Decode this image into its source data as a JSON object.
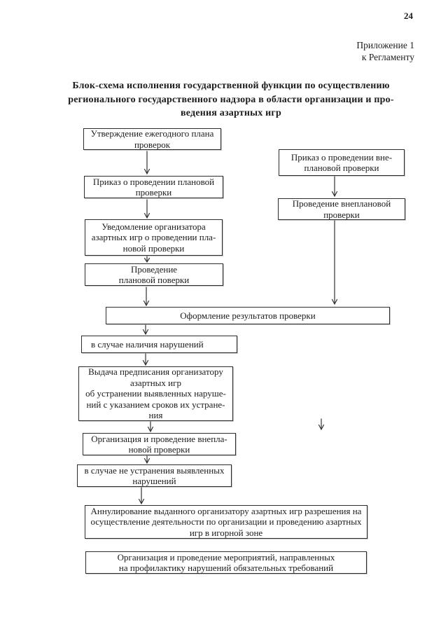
{
  "page": {
    "number": "24",
    "annex": "Приложение 1\nк Регламенту",
    "title": "Блок-схема исполнения государственной функции по осуществлению\nрегионального государственного надзора в области организации и про-\nведения азартных игр"
  },
  "nodes": {
    "approve_plan": "Утверждение ежегодного плана\nпроверок",
    "order_planned": "Приказ о проведении плановой\nпроверки",
    "notify_organizer": "Уведомление организатора\nазартных игр о проведении пла-\nновой проверки",
    "conduct_planned": "Проведение\nплановой поверки",
    "order_unplanned": "Приказ о проведении вне-\nплановой проверки",
    "conduct_unplanned": "Проведение внеплановой\nпроверки",
    "results": "Оформление результатов проверки",
    "if_violations": "в случае наличия нарушений",
    "issue_order": "Выдача предписания организатору\nазартных игр\nоб устранении выявленных  наруше-\nний с указанием сроков их устране-\nния",
    "organize_unplanned": "Организация и проведение внепла-\nновой проверки",
    "if_not_eliminated": "в случае не устранения выявленных\nнарушений",
    "annul": "Аннулирование выданного организатору азартных игр разрешения на\nосуществление деятельности по организации и проведению азартных\nигр в игорной зоне",
    "prevention": "Организация и проведение мероприятий, направленных\nна профилактику нарушений обязательных требований"
  },
  "colors": {
    "ink": "#1c1c1c",
    "paper": "#ffffff",
    "box_border": "#2c2c2c"
  }
}
